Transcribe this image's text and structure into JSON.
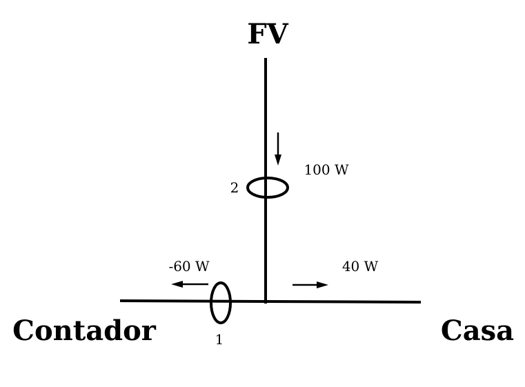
{
  "labels": {
    "pv": "FV",
    "meter": "Contador",
    "house": "Casa"
  },
  "sensors": {
    "s1": {
      "number": "1"
    },
    "s2": {
      "number": "2"
    }
  },
  "flows": {
    "pv_flow": "100 W",
    "meter_flow": "-60 W",
    "house_flow": "40 W"
  },
  "colors": {
    "line": "#000000",
    "background": "#ffffff"
  }
}
